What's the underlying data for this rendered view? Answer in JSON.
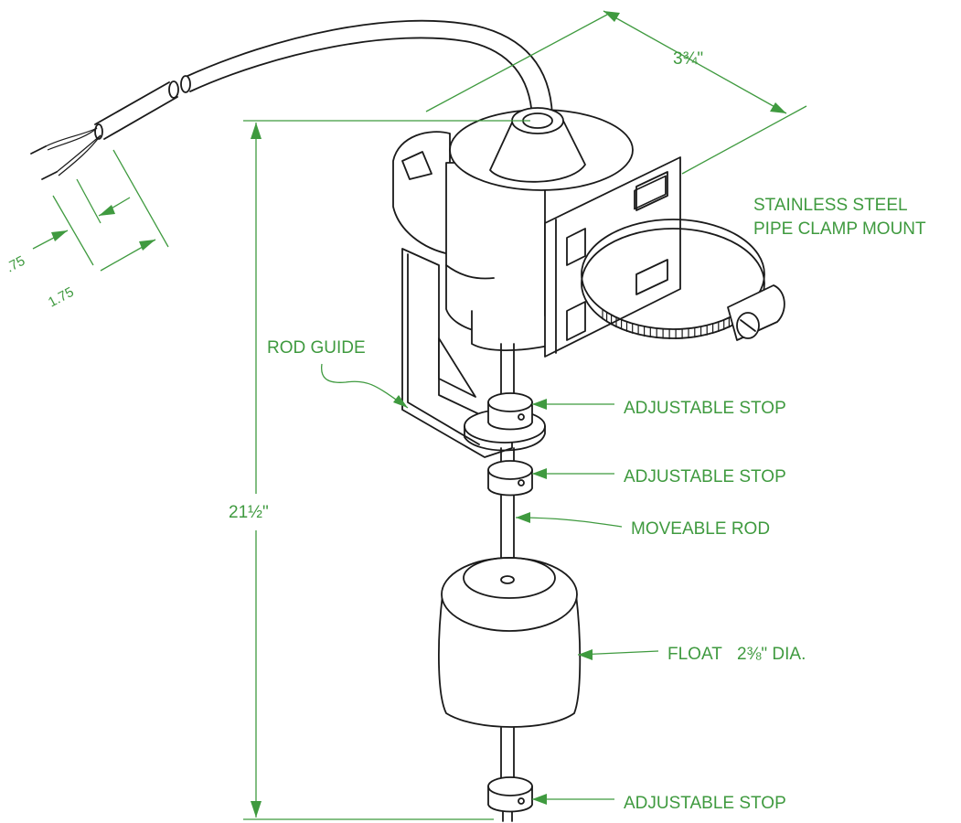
{
  "labels": {
    "clamp_line1": "STAINLESS STEEL",
    "clamp_line2": "PIPE CLAMP MOUNT",
    "rod_guide": "ROD GUIDE",
    "stop_top": "ADJUSTABLE STOP",
    "stop_mid": "ADJUSTABLE STOP",
    "stop_bottom": "ADJUSTABLE STOP",
    "moveable_rod": "MOVEABLE ROD",
    "float_label": "FLOAT",
    "float_dia": "2⅜\" DIA."
  },
  "dimensions": {
    "width": "3¾\"",
    "height": "21½\"",
    "lead_short": ".75",
    "lead_long": "1.75"
  },
  "colors": {
    "annotation": "#3f9a3f",
    "ink": "#1a1a1a"
  }
}
